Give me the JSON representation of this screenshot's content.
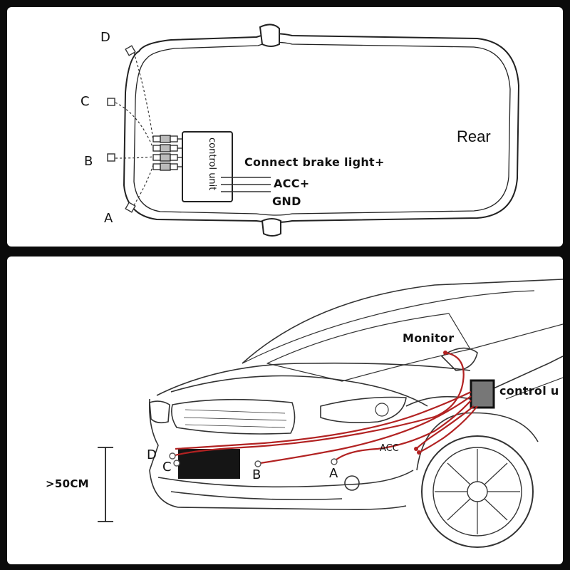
{
  "top_diagram": {
    "sensors": {
      "a": "A",
      "b": "B",
      "c": "C",
      "d": "D"
    },
    "rear_label": "Rear",
    "control_unit_label": "control unit",
    "wires": {
      "brake": "Connect brake light+",
      "acc": "ACC+",
      "gnd": "GND"
    }
  },
  "bottom_diagram": {
    "monitor_label": "Monitor",
    "control_unit_label": "control u",
    "acc_label": "ACC",
    "height_label": ">50CM",
    "sensors": {
      "a": "A",
      "b": "B",
      "c": "C",
      "d": "D"
    }
  }
}
